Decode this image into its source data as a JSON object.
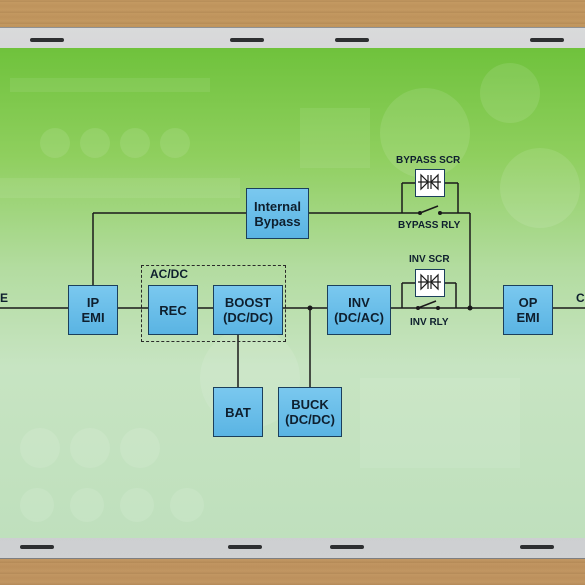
{
  "diagram": {
    "blocks": {
      "internal_bypass": [
        "Internal",
        "Bypass"
      ],
      "ip_emi": [
        "IP",
        "EMI"
      ],
      "rec": "REC",
      "boost": [
        "BOOST",
        "(DC/DC)"
      ],
      "inv": [
        "INV",
        "(DC/AC)"
      ],
      "op_emi": [
        "OP",
        "EMI"
      ],
      "bat": "BAT",
      "buck": [
        "BUCK",
        "(DC/DC)"
      ]
    },
    "labels": {
      "acdc": "AC/DC",
      "bypass_scr": "BYPASS SCR",
      "bypass_rly": "BYPASS RLY",
      "inv_scr": "INV SCR",
      "inv_rly": "INV RLY",
      "left_edge": "E",
      "right_edge": "C"
    }
  },
  "colors": {
    "block_fill": "#5ab4e3",
    "block_border": "#1b3f5c",
    "board_green": "#6fc23c"
  }
}
